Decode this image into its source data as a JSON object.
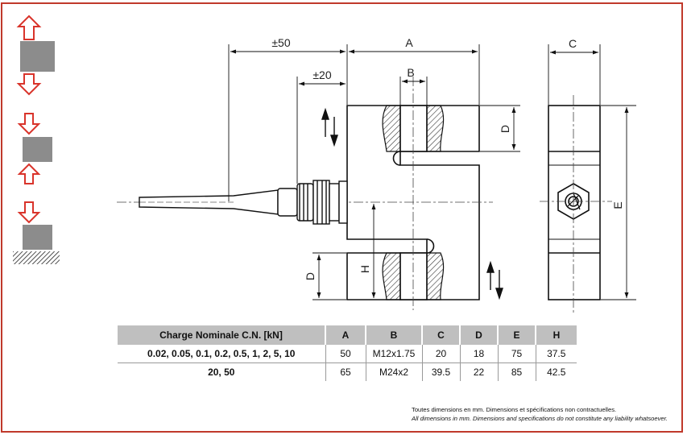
{
  "dimensions": {
    "pm50": "±50",
    "pm20": "±20",
    "a": "A",
    "b": "B",
    "c": "C",
    "d": "D",
    "d2": "D",
    "e": "E",
    "h": "H"
  },
  "table": {
    "headers": [
      "Charge Nominale C.N. [kN]",
      "A",
      "B",
      "C",
      "D",
      "E",
      "H"
    ],
    "rows": [
      [
        "0.02, 0.05, 0.1, 0.2, 0.5, 1, 2, 5, 10",
        "50",
        "M12x1.75",
        "20",
        "18",
        "75",
        "37.5"
      ],
      [
        "20, 50",
        "65",
        "M24x2",
        "39.5",
        "22",
        "85",
        "42.5"
      ]
    ]
  },
  "notes": {
    "fr": "Toutes dimensions en mm. Dimensions et spécifications non contractuelles.",
    "en": "All dimensions in mm. Dimensions and specifications do not constitute any liability whatsoever."
  },
  "colors": {
    "frame": "#c0392b",
    "arrow": "#d9342b",
    "block": "#8c8c8c",
    "table_header": "#bfbfbf"
  },
  "icons": [
    "tension-compression-icon",
    "compression-icon",
    "base-compression-icon"
  ]
}
